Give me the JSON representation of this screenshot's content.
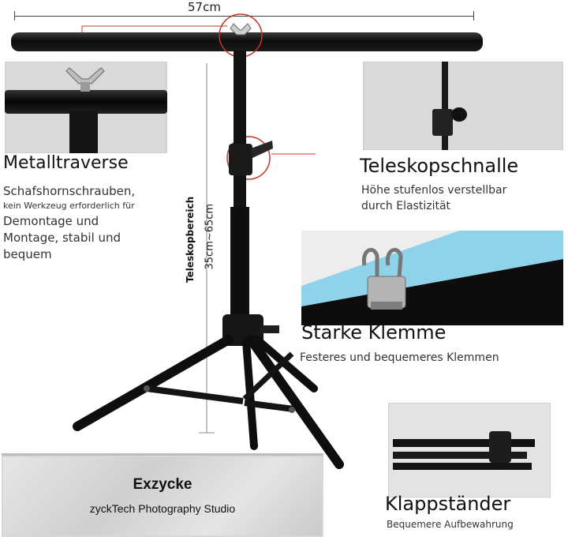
{
  "dimensions": {
    "width_label": "57cm",
    "height_label": "35cm~65cm",
    "height_caption": "Teleskopbereich"
  },
  "features": [
    {
      "title": "Metalltraverse",
      "lines": [
        "Schafshornschrauben,",
        "kein Werkzeug erforderlich für",
        "Demontage und",
        "Montage, stabil und",
        "bequem"
      ]
    },
    {
      "title": "Teleskopschnalle",
      "lines": [
        "Höhe stufenlos verstellbar",
        "durch Elastizität"
      ]
    },
    {
      "title": "Starke Klemme",
      "lines": [
        "Festeres und bequemeres Klemmen"
      ]
    },
    {
      "title": "Klappständer",
      "lines": [
        "Bequemere Aufbewahrung"
      ]
    }
  ],
  "plaque": {
    "brand": "Exzycke",
    "subtitle": "zyckTech Photography Studio"
  },
  "colors": {
    "stand": "#111111",
    "highlight_circle": "#c0392b",
    "backdrop_blue": "#8fd3ea",
    "photo_bg": "#d9d9d9"
  }
}
